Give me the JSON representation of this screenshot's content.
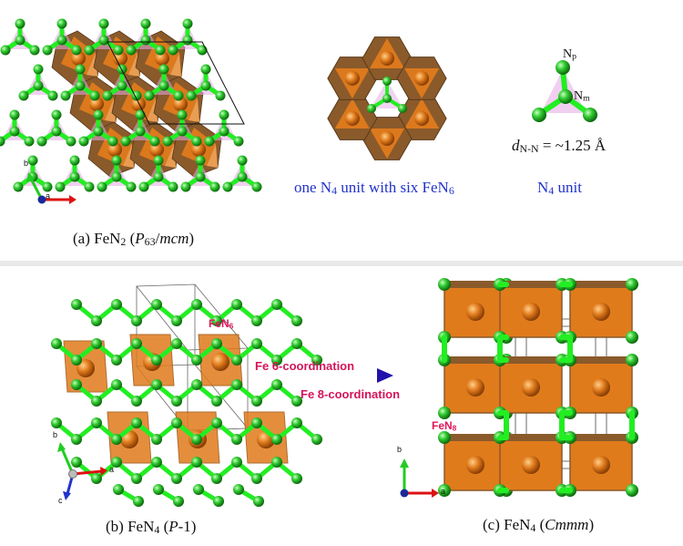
{
  "panel_a": {
    "caption_prefix": "(a) FeN",
    "caption_sub": "2",
    "caption_open": " (",
    "caption_italic_1": "P",
    "caption_sub2": "6",
    "caption_sub3": "3",
    "caption_slash": "/",
    "caption_italic_2": "mcm",
    "caption_close": ")",
    "axis_a": "a",
    "axis_b": "b"
  },
  "unit_desc": {
    "text_1": "one N",
    "sub": "4",
    "text_2": " unit with six FeN",
    "sub2": "6"
  },
  "n4_unit": {
    "label": "N",
    "label_sub": "4",
    "label_tail": " unit",
    "np_label": "N",
    "np_sub": "p",
    "nm_label": "N",
    "nm_sub": "m",
    "d_label": "d",
    "d_sub": "N-N",
    "d_value": " = ~1.25 Å"
  },
  "panel_b": {
    "caption_prefix": "(b) FeN",
    "caption_sub": "4",
    "caption_open": " (",
    "caption_italic": "P",
    "caption_tail": "-1)",
    "fe_label": "FeN",
    "fe_sub": "6",
    "axis_a": "a",
    "axis_b": "b",
    "axis_c": "c"
  },
  "transition": {
    "from": "Fe 6-coordination",
    "to": "Fe 8-coordination"
  },
  "panel_c": {
    "caption_prefix": "(c) FeN",
    "caption_sub": "4",
    "caption_open": " (",
    "caption_italic": "Cmmm",
    "caption_close": ")",
    "fe_label": "FeN",
    "fe_sub": "8",
    "axis_a": "a",
    "axis_b": "b"
  },
  "colors": {
    "nitrogen": "#33cc33",
    "bond": "#22ee22",
    "octahedron": "#e07b1c",
    "octahedron_dark": "#8a5a2b",
    "iron": "#d8650e",
    "arrow": "#4433cc",
    "caption_blue": "#2233cc"
  }
}
